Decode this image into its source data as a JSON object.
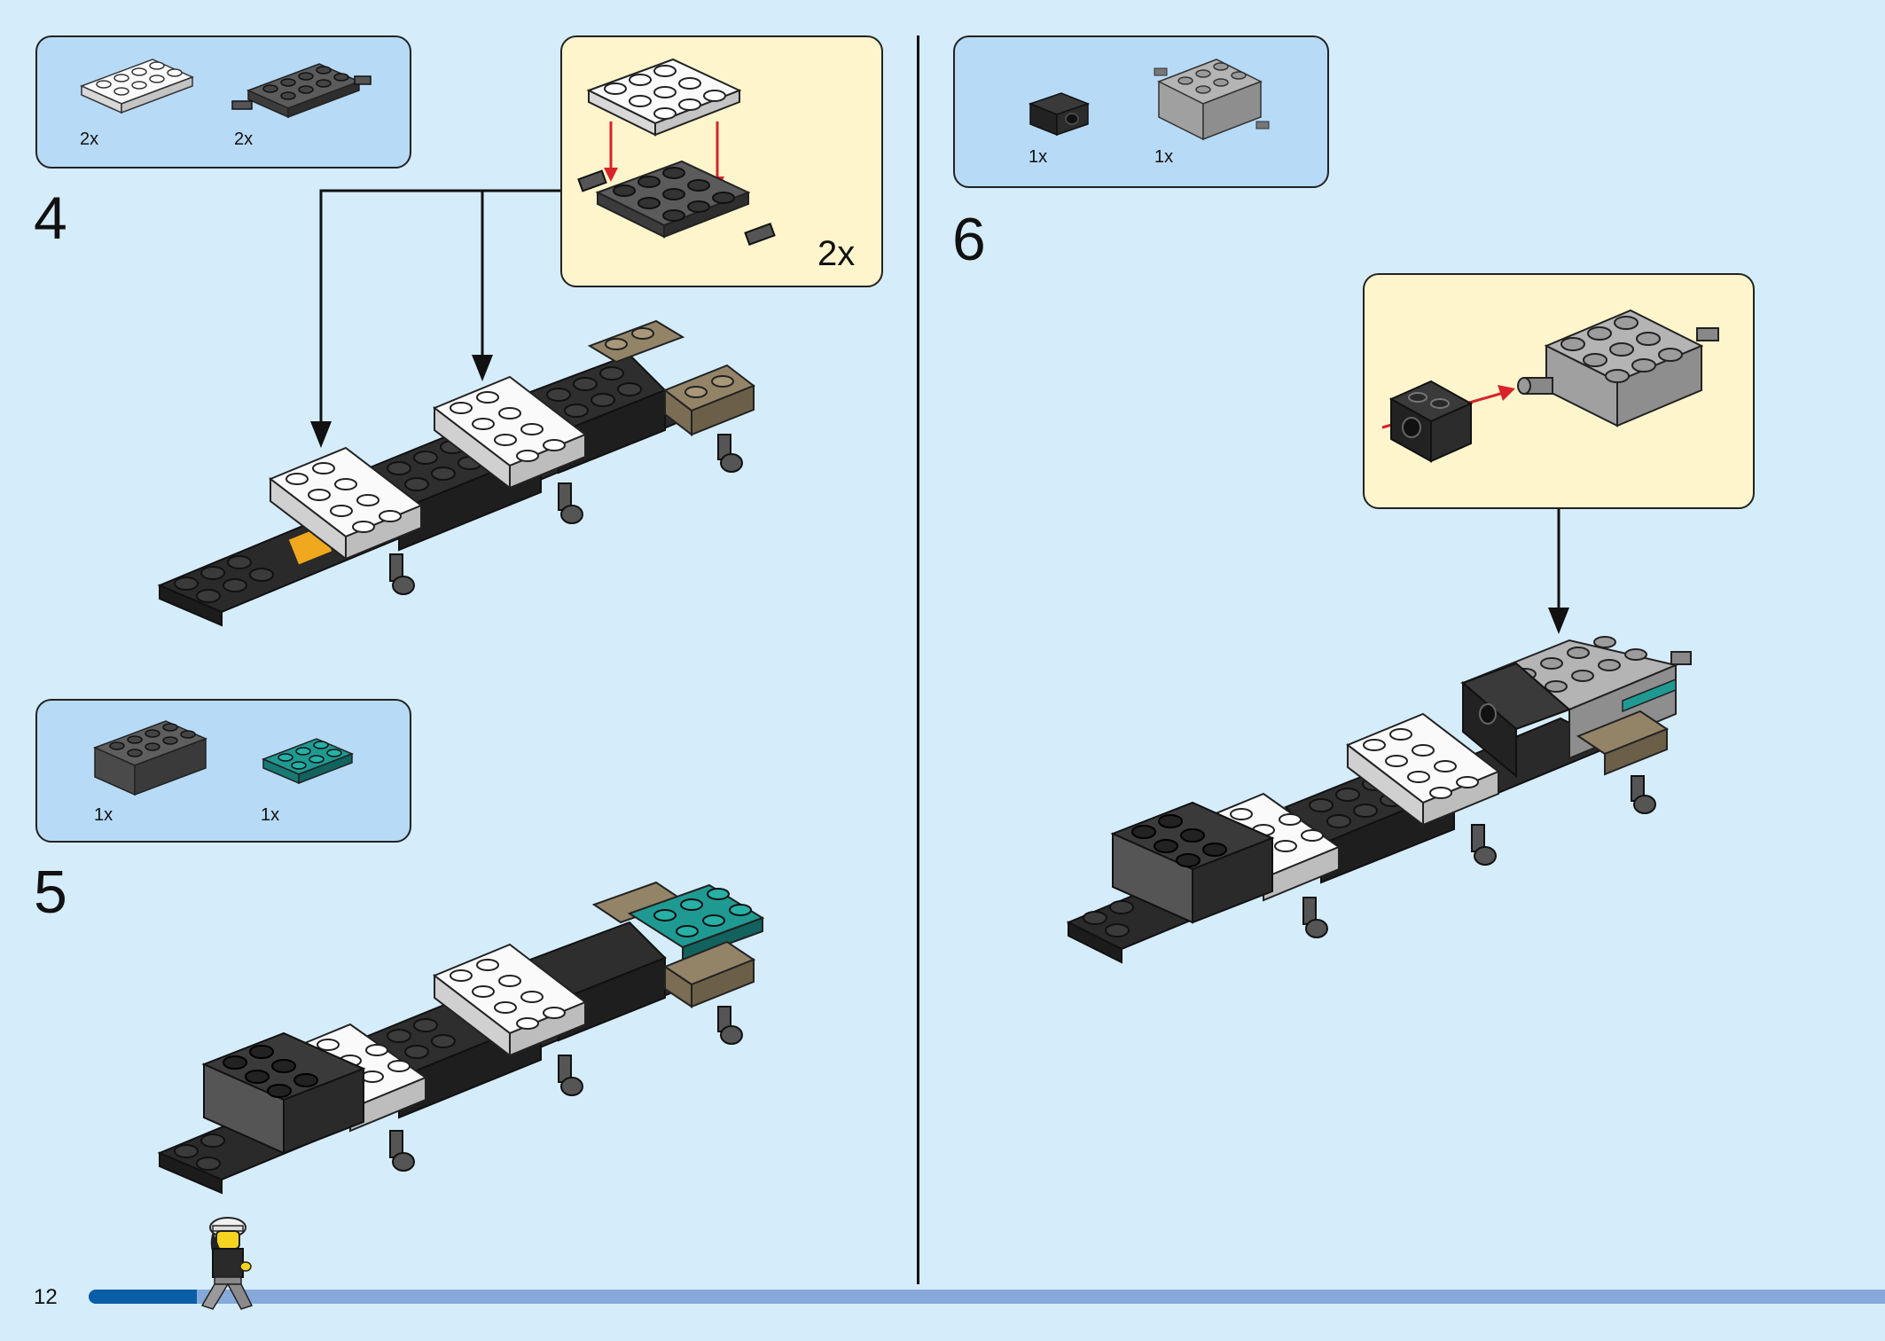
{
  "page": {
    "number": "12"
  },
  "progress": {
    "fraction": 0.06
  },
  "colors": {
    "background": "#d5ecfb",
    "parts_box": "#b7daf6",
    "callout": "#fef5cc",
    "arrow_red": "#d8232a",
    "progress_fill": "#0a5ea7",
    "progress_track": "#86a9da"
  },
  "steps": [
    {
      "number": "4",
      "parts": [
        {
          "name": "white-plate-2x4",
          "qty": "2x"
        },
        {
          "name": "dark-plate-with-pins",
          "qty": "2x"
        }
      ],
      "callout_qty": "2x"
    },
    {
      "number": "5",
      "parts": [
        {
          "name": "dark-brick-2x4",
          "qty": "1x"
        },
        {
          "name": "teal-plate-2x3",
          "qty": "1x"
        }
      ]
    },
    {
      "number": "6",
      "parts": [
        {
          "name": "black-technic-brick-1x2",
          "qty": "1x"
        },
        {
          "name": "grey-brick-with-pins",
          "qty": "1x"
        }
      ]
    }
  ],
  "icons": [
    "minifigure-figure",
    "arrow-down-icon",
    "red-arrow-icon"
  ]
}
